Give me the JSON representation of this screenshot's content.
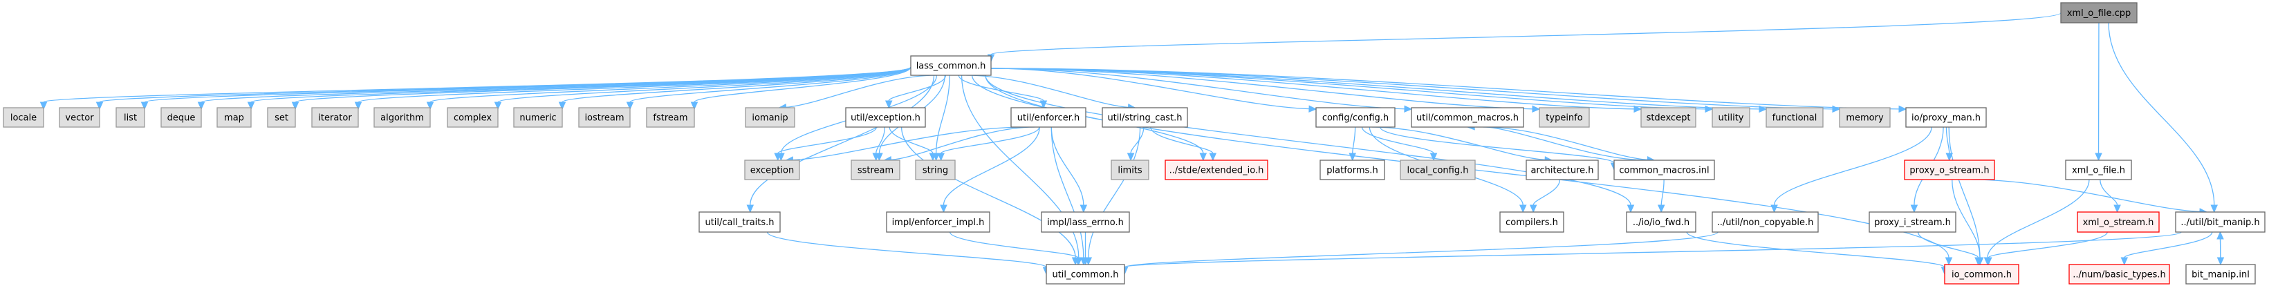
{
  "diagram": {
    "colors": {
      "edge": "#63b8ff",
      "default_fill": "#ffffff",
      "default_border": "#666666",
      "system_fill": "#e0e0e0",
      "system_border": "#999999",
      "missing_fill": "#fff0f0",
      "missing_border": "#ff0000",
      "root_fill": "#999999"
    },
    "nodes": [
      {
        "id": "root",
        "label": "xml_o_file.cpp",
        "kind": "root"
      },
      {
        "id": "lass_common",
        "label": "lass_common.h",
        "kind": "default"
      },
      {
        "id": "locale",
        "label": "locale",
        "kind": "system"
      },
      {
        "id": "vector",
        "label": "vector",
        "kind": "system"
      },
      {
        "id": "list",
        "label": "list",
        "kind": "system"
      },
      {
        "id": "deque",
        "label": "deque",
        "kind": "system"
      },
      {
        "id": "map",
        "label": "map",
        "kind": "system"
      },
      {
        "id": "set",
        "label": "set",
        "kind": "system"
      },
      {
        "id": "iterator",
        "label": "iterator",
        "kind": "system"
      },
      {
        "id": "algorithm",
        "label": "algorithm",
        "kind": "system"
      },
      {
        "id": "complex",
        "label": "complex",
        "kind": "system"
      },
      {
        "id": "numeric",
        "label": "numeric",
        "kind": "system"
      },
      {
        "id": "iostream",
        "label": "iostream",
        "kind": "system"
      },
      {
        "id": "fstream",
        "label": "fstream",
        "kind": "system"
      },
      {
        "id": "iomanip",
        "label": "iomanip",
        "kind": "system"
      },
      {
        "id": "util_exception",
        "label": "util/exception.h",
        "kind": "default"
      },
      {
        "id": "util_enforcer",
        "label": "util/enforcer.h",
        "kind": "default"
      },
      {
        "id": "util_string_cast",
        "label": "util/string_cast.h",
        "kind": "default"
      },
      {
        "id": "config_config",
        "label": "config/config.h",
        "kind": "default"
      },
      {
        "id": "util_common_macros",
        "label": "util/common_macros.h",
        "kind": "default"
      },
      {
        "id": "typeinfo",
        "label": "typeinfo",
        "kind": "system"
      },
      {
        "id": "stdexcept",
        "label": "stdexcept",
        "kind": "system"
      },
      {
        "id": "utility",
        "label": "utility",
        "kind": "system"
      },
      {
        "id": "functional",
        "label": "functional",
        "kind": "system"
      },
      {
        "id": "memory",
        "label": "memory",
        "kind": "system"
      },
      {
        "id": "io_proxy_man",
        "label": "io/proxy_man.h",
        "kind": "default"
      },
      {
        "id": "exception",
        "label": "exception",
        "kind": "system"
      },
      {
        "id": "sstream",
        "label": "sstream",
        "kind": "system"
      },
      {
        "id": "string",
        "label": "string",
        "kind": "system"
      },
      {
        "id": "limits",
        "label": "limits",
        "kind": "system"
      },
      {
        "id": "stde_extended_io",
        "label": "../stde/extended_io.h",
        "kind": "missing"
      },
      {
        "id": "platforms",
        "label": "platforms.h",
        "kind": "default"
      },
      {
        "id": "local_config",
        "label": "local_config.h",
        "kind": "system"
      },
      {
        "id": "architecture",
        "label": "architecture.h",
        "kind": "default"
      },
      {
        "id": "common_macros_inl",
        "label": "common_macros.inl",
        "kind": "default"
      },
      {
        "id": "proxy_o_stream",
        "label": "proxy_o_stream.h",
        "kind": "missing"
      },
      {
        "id": "xml_o_file_h",
        "label": "xml_o_file.h",
        "kind": "default"
      },
      {
        "id": "util_call_traits",
        "label": "util/call_traits.h",
        "kind": "default"
      },
      {
        "id": "impl_enforcer_impl",
        "label": "impl/enforcer_impl.h",
        "kind": "default"
      },
      {
        "id": "impl_lass_errno",
        "label": "impl/lass_errno.h",
        "kind": "default"
      },
      {
        "id": "compilers",
        "label": "compilers.h",
        "kind": "default"
      },
      {
        "id": "io_io_fwd",
        "label": "../io/io_fwd.h",
        "kind": "default"
      },
      {
        "id": "util_non_copyable",
        "label": "../util/non_copyable.h",
        "kind": "default"
      },
      {
        "id": "proxy_i_stream",
        "label": "proxy_i_stream.h",
        "kind": "default"
      },
      {
        "id": "xml_o_stream",
        "label": "xml_o_stream.h",
        "kind": "missing"
      },
      {
        "id": "util_bit_manip",
        "label": "../util/bit_manip.h",
        "kind": "default"
      },
      {
        "id": "util_common",
        "label": "util_common.h",
        "kind": "default"
      },
      {
        "id": "io_common",
        "label": "io_common.h",
        "kind": "missing"
      },
      {
        "id": "num_basic_types",
        "label": "../num/basic_types.h",
        "kind": "missing"
      },
      {
        "id": "bit_manip_inl",
        "label": "bit_manip.inl",
        "kind": "default"
      }
    ],
    "edges": [
      {
        "from": "root",
        "to": "lass_common"
      },
      {
        "from": "root",
        "to": "xml_o_file_h"
      },
      {
        "from": "root",
        "to": "util_bit_manip"
      },
      {
        "from": "lass_common",
        "to": "locale"
      },
      {
        "from": "lass_common",
        "to": "vector"
      },
      {
        "from": "lass_common",
        "to": "list"
      },
      {
        "from": "lass_common",
        "to": "deque"
      },
      {
        "from": "lass_common",
        "to": "map"
      },
      {
        "from": "lass_common",
        "to": "set"
      },
      {
        "from": "lass_common",
        "to": "iterator"
      },
      {
        "from": "lass_common",
        "to": "algorithm"
      },
      {
        "from": "lass_common",
        "to": "complex"
      },
      {
        "from": "lass_common",
        "to": "numeric"
      },
      {
        "from": "lass_common",
        "to": "iostream"
      },
      {
        "from": "lass_common",
        "to": "fstream"
      },
      {
        "from": "lass_common",
        "to": "iomanip"
      },
      {
        "from": "lass_common",
        "to": "util_exception"
      },
      {
        "from": "lass_common",
        "to": "util_enforcer"
      },
      {
        "from": "lass_common",
        "to": "util_string_cast"
      },
      {
        "from": "lass_common",
        "to": "config_config"
      },
      {
        "from": "lass_common",
        "to": "util_common_macros"
      },
      {
        "from": "lass_common",
        "to": "typeinfo"
      },
      {
        "from": "lass_common",
        "to": "stdexcept"
      },
      {
        "from": "lass_common",
        "to": "utility"
      },
      {
        "from": "lass_common",
        "to": "functional"
      },
      {
        "from": "lass_common",
        "to": "memory"
      },
      {
        "from": "lass_common",
        "to": "io_proxy_man"
      },
      {
        "from": "lass_common",
        "to": "exception"
      },
      {
        "from": "lass_common",
        "to": "sstream"
      },
      {
        "from": "lass_common",
        "to": "string"
      },
      {
        "from": "lass_common",
        "to": "stde_extended_io"
      },
      {
        "from": "lass_common",
        "to": "util_call_traits"
      },
      {
        "from": "lass_common",
        "to": "util_common"
      },
      {
        "from": "lass_common",
        "to": "io_io_fwd"
      },
      {
        "from": "lass_common",
        "to": "io_common"
      },
      {
        "from": "util_exception",
        "to": "exception"
      },
      {
        "from": "util_exception",
        "to": "sstream"
      },
      {
        "from": "util_exception",
        "to": "string"
      },
      {
        "from": "util_exception",
        "to": "util_common"
      },
      {
        "from": "util_enforcer",
        "to": "exception"
      },
      {
        "from": "util_enforcer",
        "to": "sstream"
      },
      {
        "from": "util_enforcer",
        "to": "string"
      },
      {
        "from": "util_enforcer",
        "to": "impl_enforcer_impl"
      },
      {
        "from": "util_enforcer",
        "to": "impl_lass_errno"
      },
      {
        "from": "util_enforcer",
        "to": "util_common"
      },
      {
        "from": "util_string_cast",
        "to": "limits"
      },
      {
        "from": "util_string_cast",
        "to": "stde_extended_io"
      },
      {
        "from": "util_string_cast",
        "to": "util_common"
      },
      {
        "from": "config_config",
        "to": "platforms"
      },
      {
        "from": "config_config",
        "to": "local_config"
      },
      {
        "from": "config_config",
        "to": "architecture"
      },
      {
        "from": "config_config",
        "to": "compilers"
      },
      {
        "from": "config_config",
        "to": "common_macros_inl"
      },
      {
        "from": "util_common_macros",
        "to": "common_macros_inl"
      },
      {
        "from": "common_macros_inl",
        "to": "util_common_macros"
      },
      {
        "from": "common_macros_inl",
        "to": "io_io_fwd"
      },
      {
        "from": "architecture",
        "to": "compilers"
      },
      {
        "from": "io_proxy_man",
        "to": "proxy_o_stream"
      },
      {
        "from": "io_proxy_man",
        "to": "proxy_i_stream"
      },
      {
        "from": "io_proxy_man",
        "to": "util_non_copyable"
      },
      {
        "from": "io_proxy_man",
        "to": "io_common"
      },
      {
        "from": "proxy_o_stream",
        "to": "io_common"
      },
      {
        "from": "proxy_o_stream",
        "to": "util_bit_manip"
      },
      {
        "from": "proxy_i_stream",
        "to": "io_common"
      },
      {
        "from": "xml_o_file_h",
        "to": "xml_o_stream"
      },
      {
        "from": "xml_o_file_h",
        "to": "io_common"
      },
      {
        "from": "xml_o_stream",
        "to": "io_common"
      },
      {
        "from": "util_bit_manip",
        "to": "num_basic_types"
      },
      {
        "from": "util_bit_manip",
        "to": "bit_manip_inl"
      },
      {
        "from": "util_bit_manip",
        "to": "util_common"
      },
      {
        "from": "bit_manip_inl",
        "to": "util_bit_manip"
      },
      {
        "from": "util_call_traits",
        "to": "util_common"
      },
      {
        "from": "impl_enforcer_impl",
        "to": "util_common"
      },
      {
        "from": "impl_lass_errno",
        "to": "util_common"
      },
      {
        "from": "io_io_fwd",
        "to": "io_common"
      },
      {
        "from": "util_non_copyable",
        "to": "util_common"
      }
    ]
  }
}
